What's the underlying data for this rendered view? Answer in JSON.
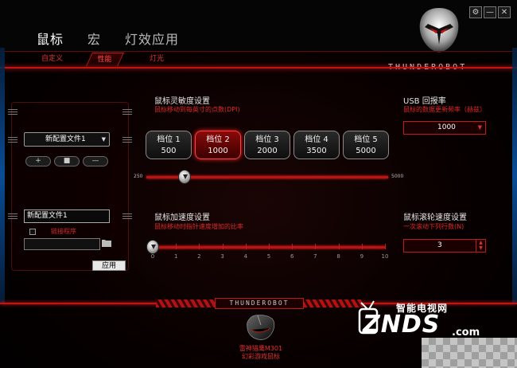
{
  "header": {
    "tabs": [
      "鼠标",
      "宏",
      "灯效应用"
    ],
    "window_buttons": [
      "⚙",
      "—",
      "✕"
    ],
    "brand": "THUNDEROBOT"
  },
  "subtabs": [
    "自定义",
    "性能",
    "灯光"
  ],
  "profile": {
    "selected_profile": "新配置文件1",
    "tool_buttons": [
      "+",
      "■",
      "—"
    ],
    "name_value": "新配置文件1",
    "bind_program_label": "链接程序",
    "apply_label": "应用"
  },
  "dpi": {
    "title": "鼠标灵敏度设置",
    "subtitle": "鼠标移动到每英寸的点数(DPI)",
    "levels": [
      {
        "label": "档位 1",
        "value": "500"
      },
      {
        "label": "档位 2",
        "value": "1000"
      },
      {
        "label": "档位 3",
        "value": "2000"
      },
      {
        "label": "档位 4",
        "value": "3500"
      },
      {
        "label": "档位 5",
        "value": "5000"
      }
    ],
    "active_level": 2,
    "slider_min": "250",
    "slider_max": "5000",
    "slider_value": 1000
  },
  "usb": {
    "title": "USB 回报率",
    "subtitle": "鼠标的数据更新频率（赫兹）",
    "selected": "1000"
  },
  "accel": {
    "title": "鼠标加速度设置",
    "subtitle": "鼠标移动时指针速度增加的比率",
    "ticks": [
      "0",
      "1",
      "2",
      "3",
      "4",
      "5",
      "6",
      "7",
      "8",
      "9",
      "10"
    ],
    "value": 0
  },
  "scroll": {
    "title": "鼠标滚轮速度设置",
    "subtitle": "一次滚动下列行数(N)",
    "value": "3"
  },
  "footer": {
    "banner": "THUNDEROBOT",
    "mouse_name_line1": "雷神猎鹰M301",
    "mouse_name_line2": "幻彩游戏鼠标"
  },
  "watermark": {
    "cn": "智能电视网",
    "big": "ZNDS",
    "suffix": ".com"
  },
  "colors": {
    "accent": "#c01515",
    "accent_text": "#e02828",
    "glow_blue": "#0a5ab0"
  }
}
